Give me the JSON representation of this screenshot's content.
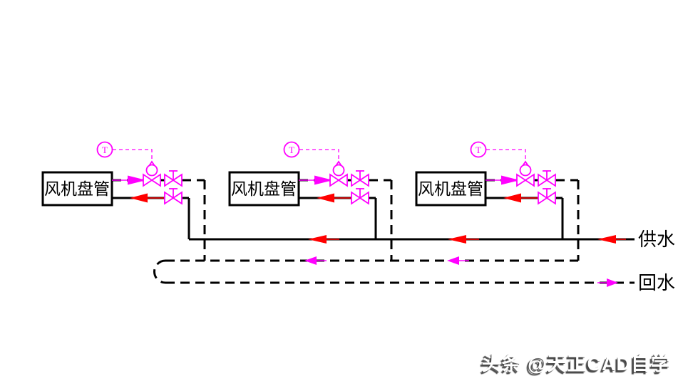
{
  "units": [
    {
      "label": "风机盘管",
      "thermostat_label": "T"
    },
    {
      "label": "风机盘管",
      "thermostat_label": "T"
    },
    {
      "label": "风机盘管",
      "thermostat_label": "T"
    }
  ],
  "pipes": {
    "supply_label": "供水",
    "return_label": "回水"
  },
  "watermark": {
    "text": "头条 @天正CAD自学"
  },
  "colors": {
    "pipe_black": "#000000",
    "valve_magenta": "#ff00ff",
    "supply_arrow_red": "#ff0000",
    "return_arrow_magenta": "#ff00ff",
    "background": "#ffffff"
  }
}
